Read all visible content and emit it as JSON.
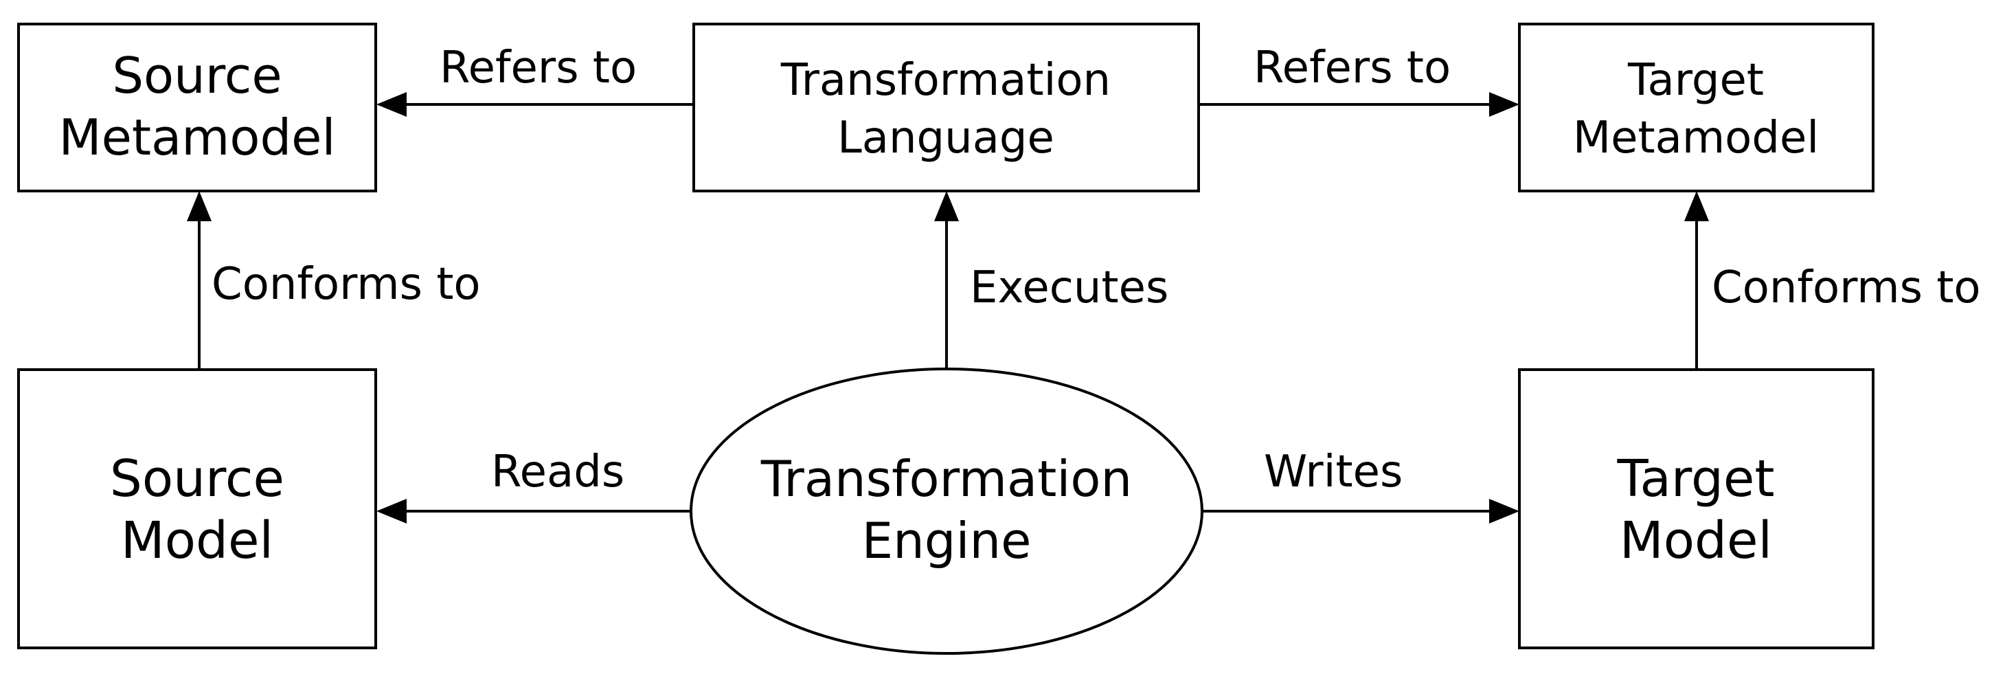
{
  "nodes": {
    "source_metamodel": {
      "line1": "Source",
      "line2": "Metamodel"
    },
    "transformation_language": {
      "line1": "Transformation",
      "line2": "Language"
    },
    "target_metamodel": {
      "line1": "Target",
      "line2": "Metamodel"
    },
    "source_model": {
      "line1": "Source",
      "line2": "Model"
    },
    "transformation_engine": {
      "line1": "Transformation",
      "line2": "Engine"
    },
    "target_model": {
      "line1": "Target",
      "line2": "Model"
    }
  },
  "edges": {
    "language_refers_source": {
      "label": "Refers to"
    },
    "language_refers_target": {
      "label": "Refers to"
    },
    "source_conforms": {
      "label": "Conforms to"
    },
    "engine_executes": {
      "label": "Executes"
    },
    "target_conforms": {
      "label": "Conforms to"
    },
    "engine_reads": {
      "label": "Reads"
    },
    "engine_writes": {
      "label": "Writes"
    }
  }
}
